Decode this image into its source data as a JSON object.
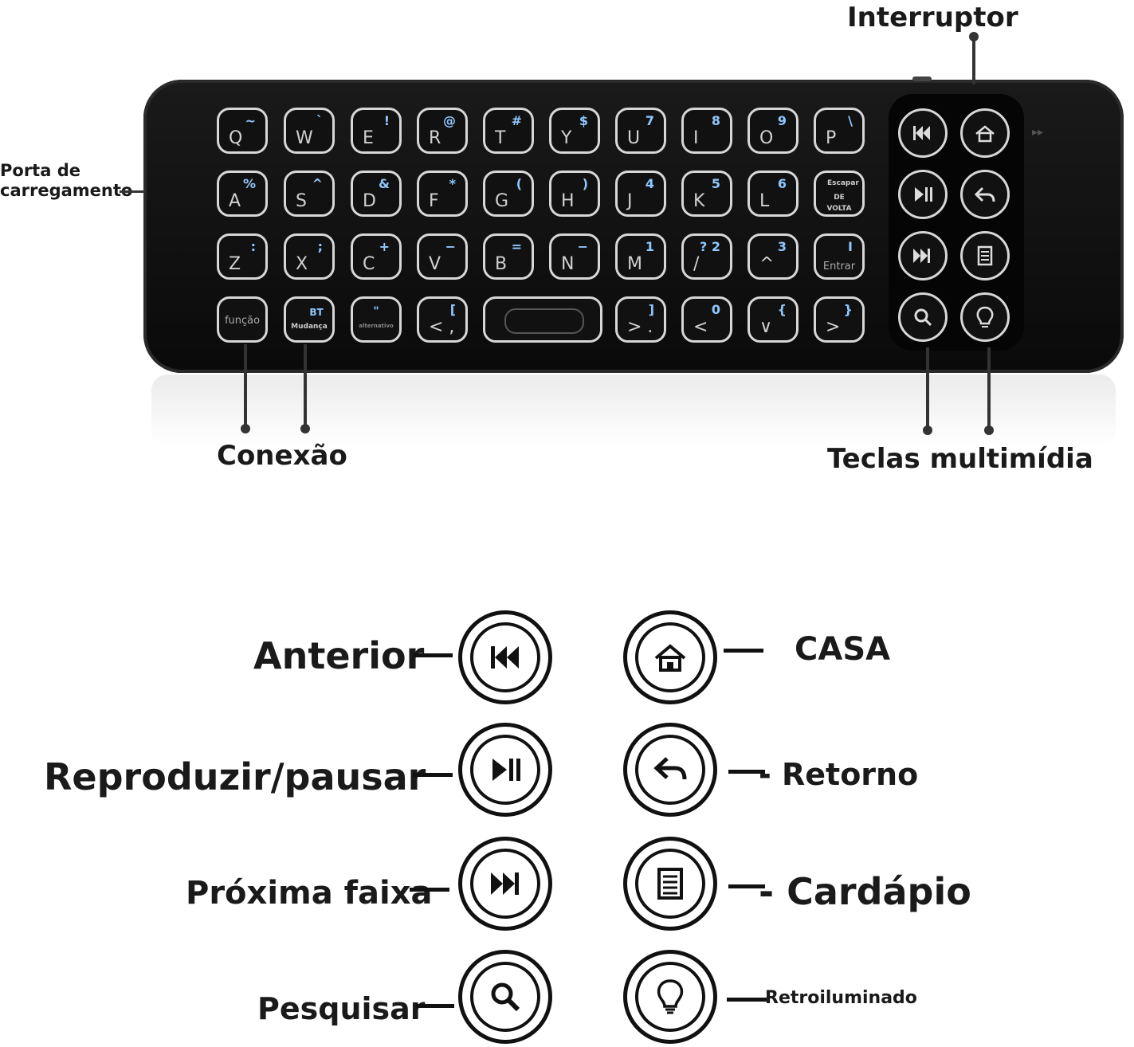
{
  "callouts": {
    "switch": "Interruptor",
    "charging_port": "Porta de carregamento",
    "connection": "Conexão",
    "media_keys": "Teclas multimídia"
  },
  "keyboard": {
    "row1": [
      {
        "main": "Q",
        "alt": "~"
      },
      {
        "main": "W",
        "alt": "`"
      },
      {
        "main": "E",
        "alt": "!"
      },
      {
        "main": "R",
        "alt": "@"
      },
      {
        "main": "T",
        "alt": "#"
      },
      {
        "main": "Y",
        "alt": "$"
      },
      {
        "main": "U",
        "alt": "7"
      },
      {
        "main": "I",
        "alt": "8"
      },
      {
        "main": "O",
        "alt": "9"
      },
      {
        "main": "P",
        "alt": "\\"
      }
    ],
    "row2": [
      {
        "main": "A",
        "alt": "%"
      },
      {
        "main": "S",
        "alt": "^"
      },
      {
        "main": "D",
        "alt": "&"
      },
      {
        "main": "F",
        "alt": "*"
      },
      {
        "main": "G",
        "alt": "("
      },
      {
        "main": "H",
        "alt": ")"
      },
      {
        "main": "J",
        "alt": "4"
      },
      {
        "main": "K",
        "alt": "5"
      },
      {
        "main": "L",
        "alt": "6"
      }
    ],
    "escape_key": {
      "top": "Escapar",
      "mid": "DE",
      "bottom": "VOLTA"
    },
    "row3": [
      {
        "main": "Z",
        "alt": ":"
      },
      {
        "main": "X",
        "alt": ";"
      },
      {
        "main": "C",
        "alt": "+"
      },
      {
        "main": "V",
        "alt": "−"
      },
      {
        "main": "B",
        "alt": "="
      },
      {
        "main": "N",
        "alt": "−"
      },
      {
        "main": "M",
        "alt": "1"
      },
      {
        "main": "/",
        "alt": "? 2"
      },
      {
        "main": "^",
        "alt": "3"
      }
    ],
    "enter_key": {
      "alt": "I",
      "label": "Entrar"
    },
    "row4": {
      "fn": "função",
      "bt_top": "BT",
      "bt_bottom": "Mudança",
      "alt_top": "\"",
      "alt_bottom": "alternativo",
      "k1": {
        "main": "< ,",
        "alt": "["
      },
      "k2": {
        "main": "> .",
        "alt": "]"
      },
      "k3": {
        "main": "<",
        "alt": "0"
      },
      "k4": {
        "main": "∨",
        "alt": "{"
      },
      "k5": {
        "main": ">",
        "alt": "}"
      }
    }
  },
  "legend": {
    "previous": "Anterior",
    "home": "CASA",
    "play_pause": "Reproduzir/pausar",
    "back": "- Retorno",
    "next": "Próxima faixa",
    "menu": "- Cardápio",
    "search": "Pesquisar",
    "backlight": "Retroiluminado"
  },
  "colors": {
    "key_alt": "#8ec8ff",
    "keyboard_body": "#111111",
    "line": "#333333"
  }
}
